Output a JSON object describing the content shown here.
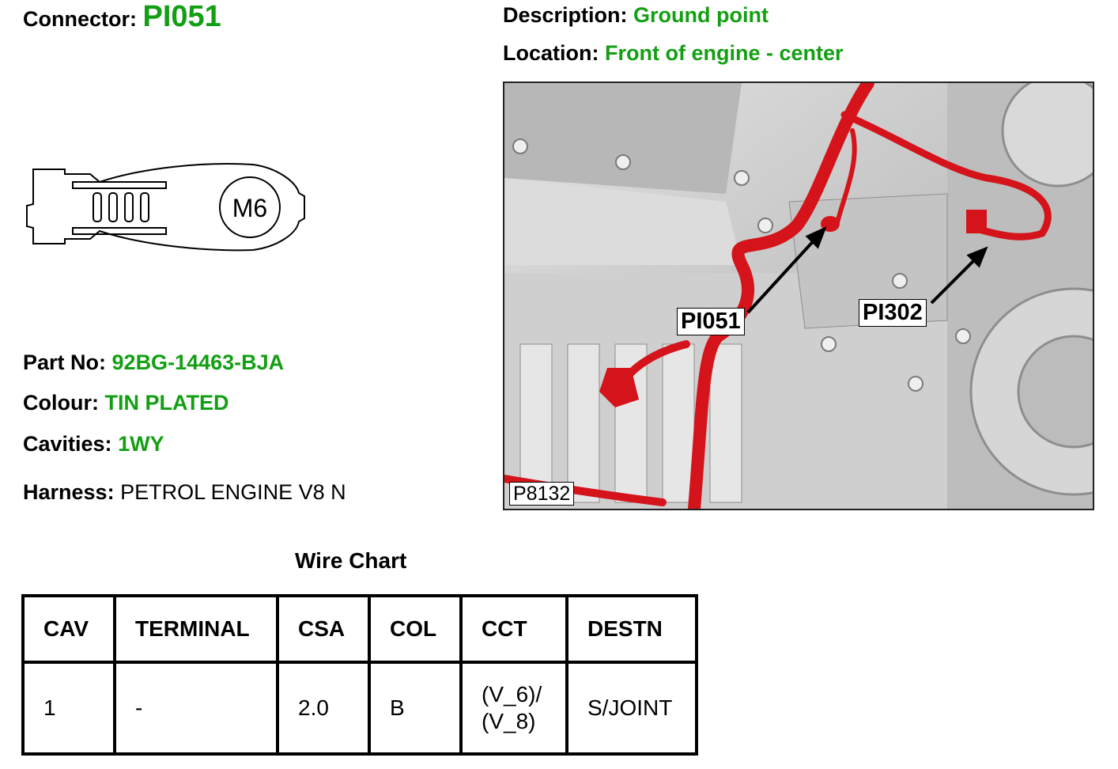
{
  "connector": {
    "label": "Connector:",
    "value": "PI051"
  },
  "description": {
    "label": "Description:",
    "value": "Ground point"
  },
  "location": {
    "label": "Location:",
    "value": "Front of engine - center"
  },
  "terminal_drawing": {
    "stud_label": "M6"
  },
  "part_no": {
    "label": "Part No:",
    "value": "92BG-14463-BJA"
  },
  "colour": {
    "label": "Colour:",
    "value": "TIN PLATED"
  },
  "cavities": {
    "label": "Cavities:",
    "value": "1WY"
  },
  "harness": {
    "label": "Harness:",
    "value": "PETROL ENGINE V8 N"
  },
  "photo": {
    "callouts": [
      "PI051",
      "PI302"
    ],
    "code": "P8132",
    "colors": {
      "harness": "#d4141a",
      "metal": "#c8c8c8",
      "shadow": "#8e8e8e"
    }
  },
  "wire_chart": {
    "title": "Wire Chart",
    "headers": [
      "CAV",
      "TERMINAL",
      "CSA",
      "COL",
      "CCT",
      "DESTN"
    ],
    "rows": [
      {
        "cav": "1",
        "terminal": "-",
        "csa": "2.0",
        "col": "B",
        "cct_line1": "(V_6)/",
        "cct_line2": "(V_8)",
        "destn": "S/JOINT"
      }
    ]
  },
  "colors": {
    "value_green": "#139f13"
  }
}
